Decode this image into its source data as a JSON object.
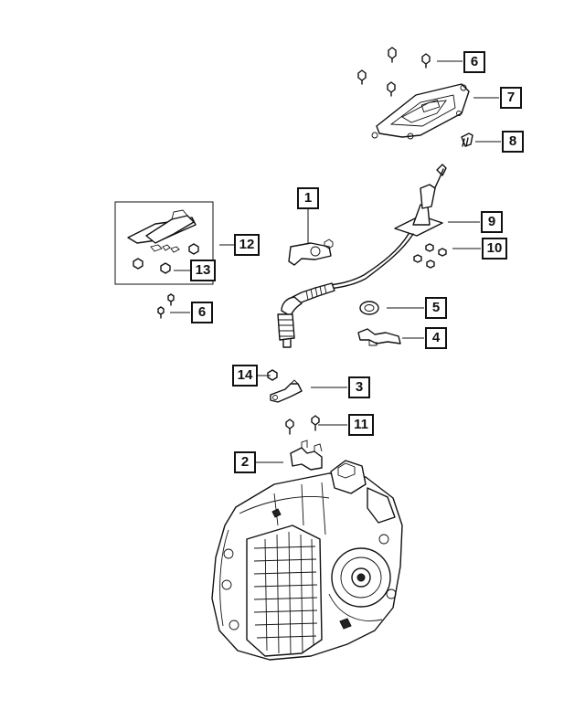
{
  "callouts": [
    {
      "id": "6a",
      "label": "6"
    },
    {
      "id": "7",
      "label": "7"
    },
    {
      "id": "8",
      "label": "8"
    },
    {
      "id": "1",
      "label": "1"
    },
    {
      "id": "9",
      "label": "9"
    },
    {
      "id": "12",
      "label": "12"
    },
    {
      "id": "10",
      "label": "10"
    },
    {
      "id": "13",
      "label": "13"
    },
    {
      "id": "5",
      "label": "5"
    },
    {
      "id": "6b",
      "label": "6"
    },
    {
      "id": "4",
      "label": "4"
    },
    {
      "id": "14",
      "label": "14"
    },
    {
      "id": "3",
      "label": "3"
    },
    {
      "id": "11",
      "label": "11"
    },
    {
      "id": "2",
      "label": "2"
    }
  ]
}
